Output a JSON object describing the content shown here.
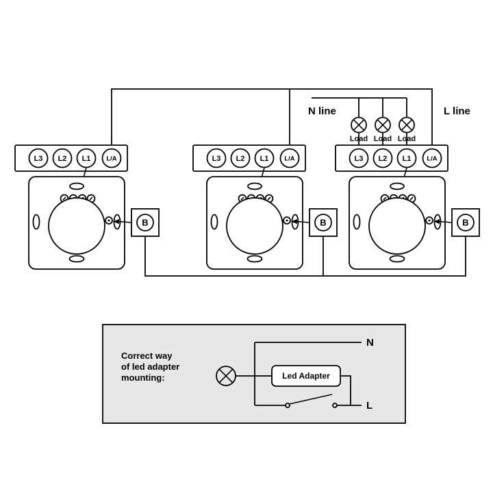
{
  "diagram": {
    "n_line_label": "N line",
    "l_line_label": "L line",
    "loads": [
      "Load",
      "Load",
      "Load"
    ],
    "units": [
      {
        "terminals": [
          "L3",
          "L2",
          "L1",
          "L/A"
        ],
        "adapter": "B"
      },
      {
        "terminals": [
          "L3",
          "L2",
          "L1",
          "L/A"
        ],
        "adapter": "B"
      },
      {
        "terminals": [
          "L3",
          "L2",
          "L1",
          "L/A"
        ],
        "adapter": "B"
      }
    ]
  },
  "legend": {
    "caption": [
      "Correct way",
      "of led adapter",
      "mounting:"
    ],
    "adapter_box": "Led Adapter",
    "n": "N",
    "l": "L"
  },
  "colors": {
    "line": "#000000",
    "legend_fill": "#e7e7e7",
    "background": "#ffffff"
  }
}
